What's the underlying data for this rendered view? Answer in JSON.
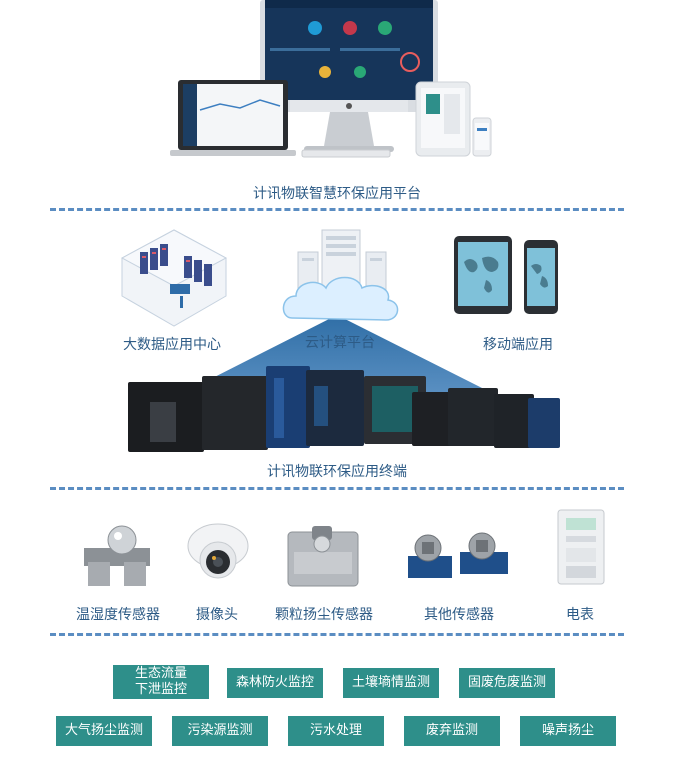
{
  "platform": {
    "title": "计讯物联智慧环保应用平台"
  },
  "cloud_layer": {
    "data_center": "大数据应用中心",
    "cloud_platform": "云计算平台",
    "mobile_app": "移动端应用"
  },
  "terminal": {
    "title": "计讯物联环保应用终端"
  },
  "sensors": {
    "items": [
      {
        "label": "温湿度传感器"
      },
      {
        "label": "摄像头"
      },
      {
        "label": "颗粒扬尘传感器"
      },
      {
        "label": "其他传感器"
      },
      {
        "label": "电表"
      }
    ]
  },
  "applications": {
    "row1": [
      {
        "line1": "生态流量",
        "line2": "下泄监控"
      },
      {
        "line1": "森林防火监控"
      },
      {
        "line1": "土壤墒情监测"
      },
      {
        "line1": "固废危废监测"
      }
    ],
    "row2": [
      {
        "line1": "大气扬尘监测"
      },
      {
        "line1": "污染源监测"
      },
      {
        "line1": "污水处理"
      },
      {
        "line1": "废弃监测"
      },
      {
        "line1": "噪声扬尘"
      }
    ]
  },
  "colors": {
    "label_text": "#2d5b86",
    "dashed_divider": "#5b8dc2",
    "tag_background": "#2e8f8a",
    "upload_arrow": "#2d6fa8"
  }
}
